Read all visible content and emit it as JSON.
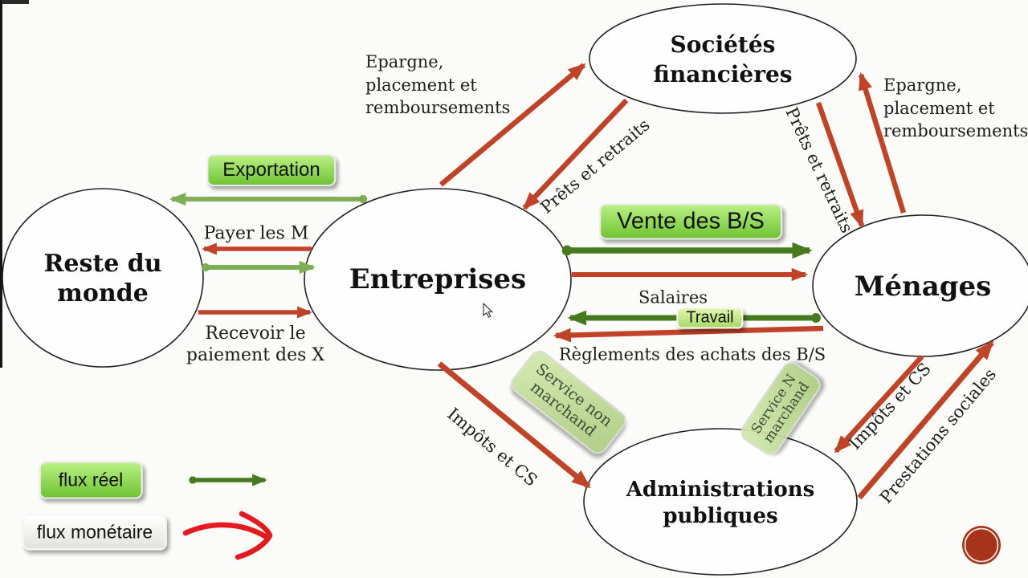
{
  "nodes": {
    "reste_du_monde": {
      "line1": "Reste du",
      "line2": "monde"
    },
    "entreprises": {
      "label": "Entreprises"
    },
    "societes_financieres": {
      "line1": "Sociétés",
      "line2": "financières"
    },
    "menages": {
      "label": "Ménages"
    },
    "administrations": {
      "line1": "Administrations",
      "line2": "publiques"
    }
  },
  "badges": {
    "exportation": "Exportation",
    "vente": "Vente des B/S",
    "travail": "Travail",
    "service_non_marchand": {
      "line1": "Service non",
      "line2": "marchand"
    },
    "service_n_marchand": {
      "line1": "Service N",
      "line2": "marchand"
    }
  },
  "labels": {
    "epargne_left": {
      "line1": "Epargne,",
      "line2": "placement et",
      "line3": "remboursements"
    },
    "epargne_right": {
      "line1": "Epargne,",
      "line2": "placement et",
      "line3": "remboursements"
    },
    "prets_left": "Prêts et retraits",
    "prets_right": "Prêts et retraits",
    "payer_les_m": "Payer les M",
    "recevoir": {
      "line1": "Recevoir le",
      "line2": "paiement des X"
    },
    "salaires": "Salaires",
    "reglements": "Règlements des achats des B/S",
    "impots_entreprises": "Impôts et CS",
    "impots_menages": "Impôts et CS",
    "prestations": "Prestations sociales"
  },
  "legend": {
    "flux_reel": "flux réel",
    "flux_monetaire": "flux monétaire"
  },
  "colors": {
    "arrow_red": "#c14327",
    "arrow_green_dark": "#47791d",
    "arrow_green_light": "#7dae53",
    "legend_red": "#e6191f",
    "badge_green_top": "#baf084",
    "badge_green_bottom": "#6fc433",
    "record_red": "#a8331b",
    "node_stroke": "#222222"
  }
}
